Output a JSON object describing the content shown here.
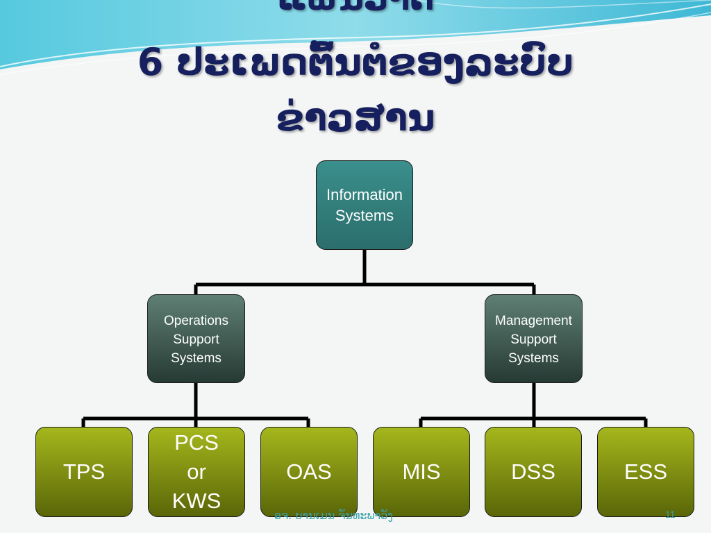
{
  "title": {
    "line1": "ແຜນວາດ",
    "line2": "6 ປະເພດຕົ້ນຕໍຂອງລະບົບ",
    "line3": "ຂ່າວສານ"
  },
  "diagram": {
    "root": {
      "label": "Information\nSystems"
    },
    "branches": [
      {
        "label": "Operations\nSupport\nSystems"
      },
      {
        "label": "Management\nSupport\nSystems"
      }
    ],
    "leaves": [
      {
        "label": "TPS"
      },
      {
        "label": "PCS\nor\nKWS"
      },
      {
        "label": "OAS"
      },
      {
        "label": "MIS"
      },
      {
        "label": "DSS"
      },
      {
        "label": "ESS"
      }
    ]
  },
  "footer": {
    "author": "ອຈ. ບານເມນ ຈັນທະພາວັງ",
    "page_number": "11"
  },
  "colors": {
    "title": "#17205f",
    "root_fill": "#318380",
    "branch_fill": "#3f5a51",
    "leaf_fill": "#8a9a14",
    "connector": "#000000",
    "footer_text": "#3aa1a8"
  }
}
